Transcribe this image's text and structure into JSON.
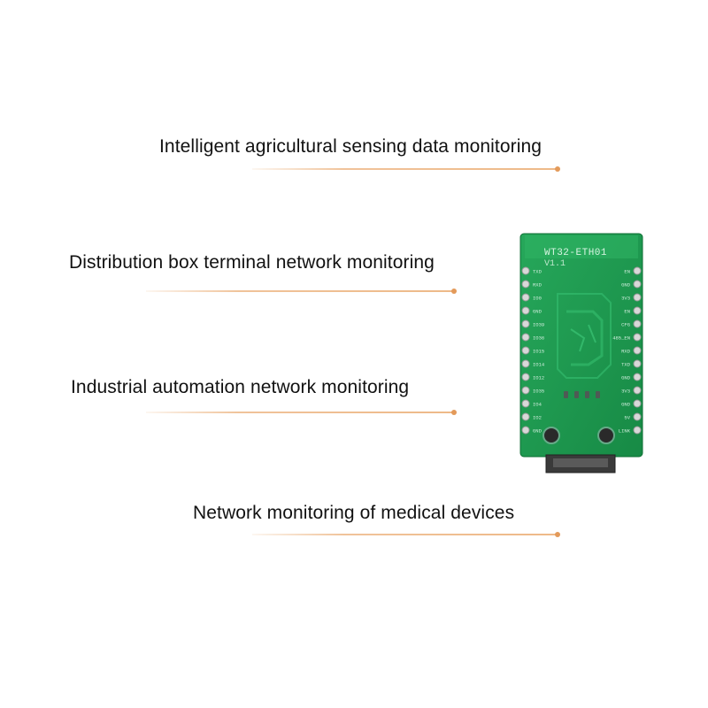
{
  "captions": [
    "Intelligent agricultural sensing data monitoring",
    "Distribution box terminal network monitoring",
    "Industrial automation network monitoring",
    "Network monitoring of medical devices"
  ],
  "board": {
    "model": "WT32-ETH01",
    "version": "V1.1",
    "left_pins": [
      "TXD",
      "RXD",
      "IO0",
      "GND",
      "IO39",
      "IO36",
      "IO15",
      "IO14",
      "IO12",
      "IO35",
      "IO4",
      "IO2",
      "GND"
    ],
    "right_pins": [
      "EN",
      "GND",
      "3V3",
      "EN",
      "CFG",
      "485_EN",
      "RXD",
      "TXD",
      "GND",
      "3V3",
      "GND",
      "5V",
      "LINK"
    ]
  },
  "colors": {
    "pcb": "#1f9a52",
    "accent_line": "#eeb988"
  }
}
